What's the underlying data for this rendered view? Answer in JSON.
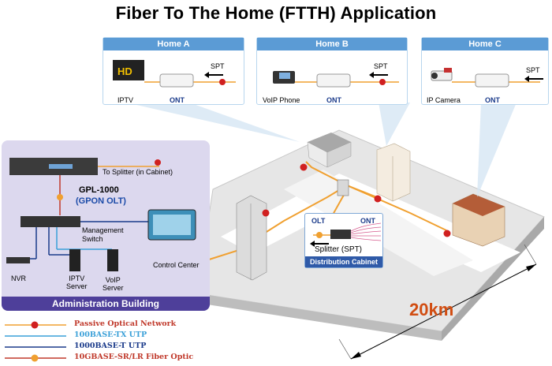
{
  "title": "Fiber To The  Home (FTTH) Application",
  "homes": [
    {
      "name": "Home A",
      "device": "IPTV",
      "ont": "ONT",
      "spt": "SPT"
    },
    {
      "name": "Home B",
      "device": "VoIP Phone",
      "ont": "ONT",
      "spt": "SPT"
    },
    {
      "name": "Home C",
      "device": "IP Camera",
      "ont": "ONT",
      "spt": "SPT"
    }
  ],
  "admin": {
    "title": "Administration Building",
    "olt_name": "GPL-1000",
    "olt_sub": "(GPON OLT)",
    "to_splitter": "To Splitter (in Cabinet)",
    "mgmt_switch": "Management\nSwitch",
    "control_center": "Control Center",
    "nvr": "NVR",
    "iptv_server": "IPTV\nServer",
    "voip_server": "VoIP\nServer"
  },
  "cabinet": {
    "olt": "OLT",
    "ont": "ONT",
    "splitter": "Splitter (SPT)",
    "title": "Distribution Cabinet"
  },
  "distance": "20km",
  "legend": [
    {
      "label": "Passive Optical Network",
      "color": "#c0392b",
      "line": "#f0a030",
      "marker": "pon"
    },
    {
      "label": "100BASE-TX UTP",
      "color": "#3aa0d8",
      "line": "#3aa0d8",
      "marker": ""
    },
    {
      "label": "1000BASE-T UTP",
      "color": "#1a3a8a",
      "line": "#1a3a8a",
      "marker": ""
    },
    {
      "label": "10GBASE-SR/LR Fiber Optic",
      "color": "#c0392b",
      "line": "#c0392b",
      "marker": "10g"
    }
  ],
  "colors": {
    "pon_line": "#f0a030",
    "utp100": "#3aa0d8",
    "utp1000": "#1a3a8a",
    "fiber10g": "#c0392b",
    "accent": "#5b9bd5",
    "admin_bar": "#4e3f9a"
  }
}
